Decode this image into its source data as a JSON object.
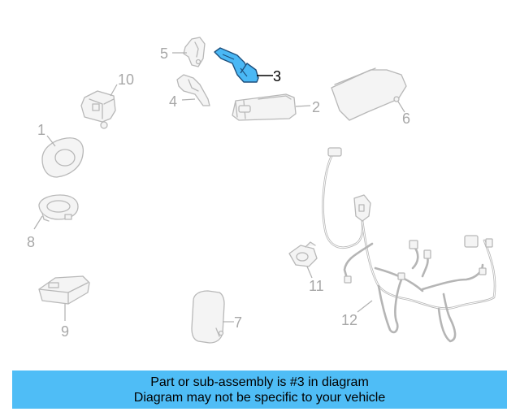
{
  "callouts": {
    "c1": "1",
    "c2": "2",
    "c3": "3",
    "c4": "4",
    "c5": "5",
    "c6": "6",
    "c7": "7",
    "c8": "8",
    "c9": "9",
    "c10": "10",
    "c11": "11",
    "c12": "12"
  },
  "highlighted_part": "3",
  "colors": {
    "highlight": "#4ab8f5",
    "banner": "#4fbdf6",
    "part_line": "#b8b8b8"
  },
  "banner": {
    "line1": "Part or sub-assembly is #3 in diagram",
    "line2": "Diagram may not be specific to your vehicle"
  }
}
